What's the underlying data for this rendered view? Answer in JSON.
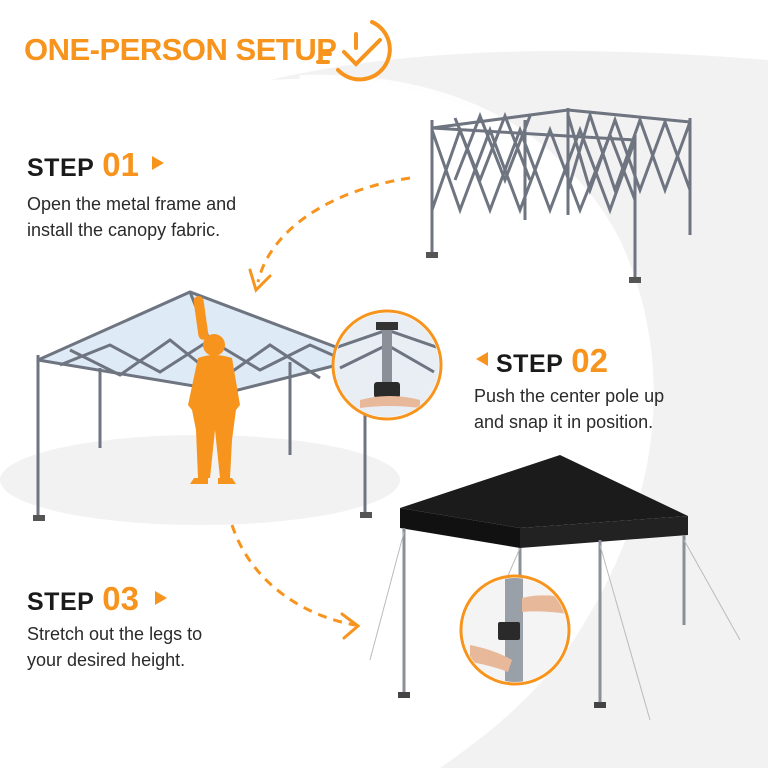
{
  "title": "ONE-PERSON SETUP",
  "steps": [
    {
      "label": "STEP",
      "number": "01",
      "lines": [
        "Open the metal frame and",
        "install the canopy fabric."
      ]
    },
    {
      "label": "STEP",
      "number": "02",
      "lines": [
        "Push the center pole up",
        "and snap it in position."
      ]
    },
    {
      "label": "STEP",
      "number": "03",
      "lines": [
        "Stretch out the legs to",
        "your desired height."
      ]
    }
  ],
  "colors": {
    "accent": "#f7941d",
    "text": "#1a1a1a",
    "canopy": "#1b1b1b",
    "frame": "#6e7480",
    "swoosh": "#f3f3f3"
  },
  "icons": [
    "clock-check-icon",
    "triangle-right-icon",
    "triangle-left-icon",
    "dashed-arrow-icon"
  ]
}
